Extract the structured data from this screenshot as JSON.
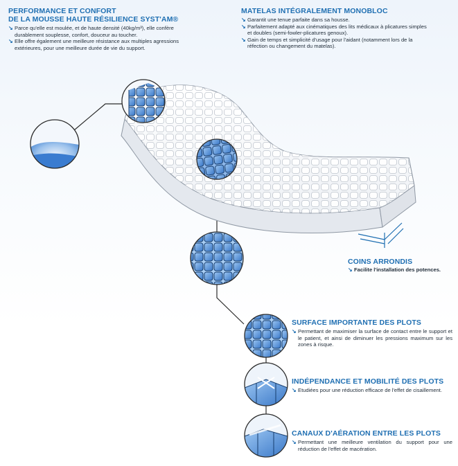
{
  "performance": {
    "title_line1": "PERFORMANCE ET CONFORT",
    "title_line2": "DE LA MOUSSE HAUTE RÉSILIENCE SYST'AM®",
    "bullets": [
      "Parce qu'elle est moulée, et de haute densité (40kg/m³), elle confère durablement souplesse, confort, douceur au toucher.",
      "Elle offre également une meilleure résistance aux multiples agressions extérieures, pour une meilleure durée de vie du support."
    ]
  },
  "matelas": {
    "title": "MATELAS INTÉGRALEMENT MONOBLOC",
    "bullets": [
      "Garantit une tenue parfaite dans sa housse.",
      "Parfaitement adapté aux cinématiques des lits médicaux à plicatures simples et doubles (semi-fowler-plicatures genoux).",
      "Gain de temps et simplicité d'usage pour l'aidant (notamment lors de la réfection ou changement du matelas)."
    ]
  },
  "coins": {
    "title": "COINS ARRONDIS",
    "bullets": [
      "Facilite l'installation des potences."
    ]
  },
  "surface": {
    "title": "SURFACE IMPORTANTE DES PLOTS",
    "bullets": [
      "Permettant de maximiser la surface de contact entre le support et le patient, et ainsi de diminuer les pressions maximum sur les zones à risque."
    ]
  },
  "independance": {
    "title": "INDÉPENDANCE ET MOBILITÉ DES PLOTS",
    "bullets": [
      "Etudiées pour une réduction efficace de l'effet de cisaillement."
    ]
  },
  "canaux": {
    "title": "CANAUX D'AÉRATION ENTRE LES PLOTS",
    "bullets": [
      "Permettant une meilleure ventilation du support pour une réduction de l'effet de macération."
    ]
  },
  "bullet_glyph": "↘",
  "colors": {
    "accent": "#1f6fb2",
    "foam_blue": "#4a8fd8",
    "line": "#2b2b2b"
  }
}
